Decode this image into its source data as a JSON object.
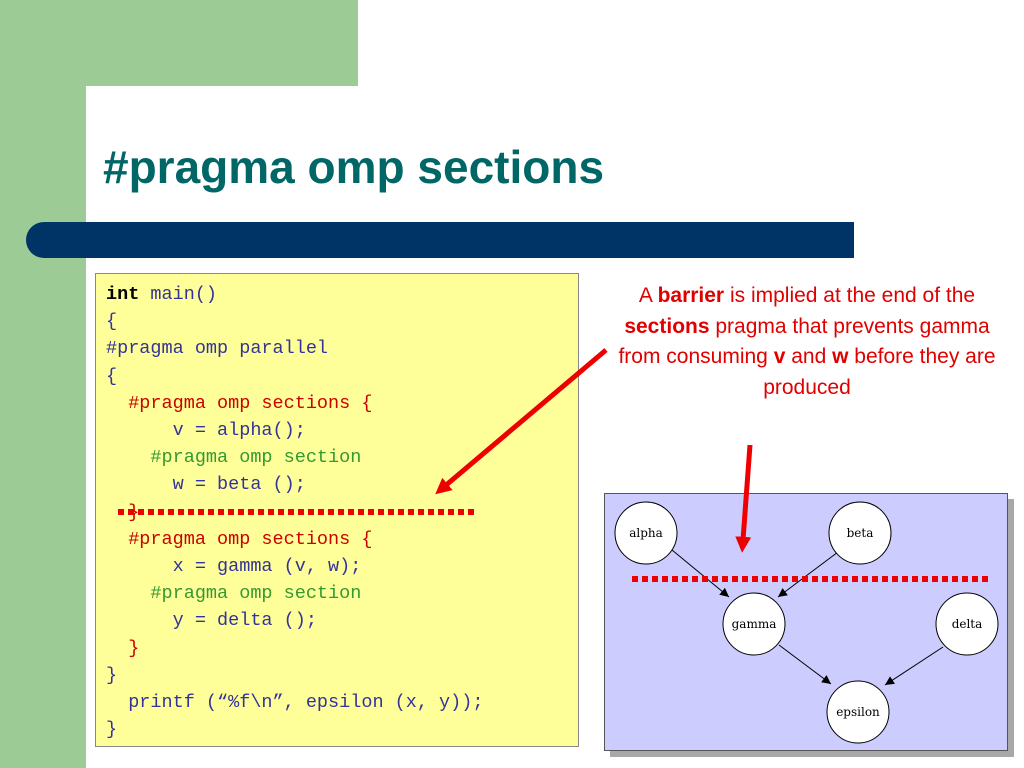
{
  "slide": {
    "title": "#pragma omp sections",
    "colors": {
      "title": "#006666",
      "band": "#003366",
      "accent_green": "#9ccb95",
      "code_bg": "#ffff99",
      "callout": "#e00000",
      "graph_bg": "#ccccff"
    }
  },
  "code": {
    "kw_int": "int",
    "l1_rest": " main()",
    "l2": "{",
    "l3": "#pragma omp parallel",
    "l4": "{",
    "l5": "  #pragma omp sections {",
    "l6": "      v = alpha();",
    "l7": "    #pragma omp section",
    "l8": "      w = beta ();",
    "l9": "  }",
    "l10": "  #pragma omp sections {",
    "l11": "      x = gamma (v, w);",
    "l12": "    #pragma omp section",
    "l13": "      y = delta ();",
    "l14": "  }",
    "l15": "}",
    "l16": "  printf (“%f\\n”, epsilon (x, y));",
    "l17": "}"
  },
  "callout": {
    "t1": "A ",
    "b1": "barrier",
    "t2": " is implied at the end of the ",
    "b2": "sections",
    "t3": " pragma that prevents gamma from consuming ",
    "b3": "v",
    "t4": " and ",
    "b4": "w",
    "t5": " before they are produced"
  },
  "graph": {
    "nodes": {
      "alpha": "alpha",
      "beta": "beta",
      "gamma": "gamma",
      "delta": "delta",
      "epsilon": "epsilon"
    },
    "edges": [
      [
        "alpha",
        "gamma"
      ],
      [
        "beta",
        "gamma"
      ],
      [
        "gamma",
        "epsilon"
      ],
      [
        "delta",
        "epsilon"
      ]
    ]
  }
}
